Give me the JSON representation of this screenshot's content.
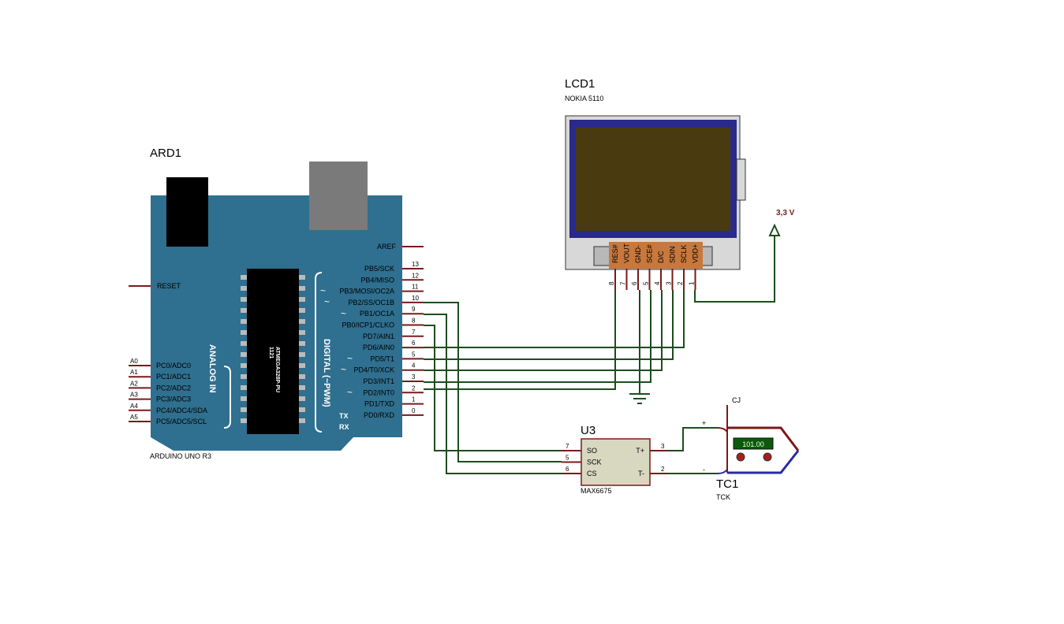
{
  "ard": {
    "ref": "ARD1",
    "part": "ARDUINO UNO R3",
    "chip_label": "ATMEGA328P-PU",
    "chip_code": "1121",
    "analog_title": "ANALOG IN",
    "digital_title": "DIGITAL (~PWM)",
    "aref": "AREF",
    "reset": "RESET",
    "tx": "TX",
    "rx": "RX",
    "tilde": "~",
    "right_pins": [
      {
        "label": "PB5/SCK",
        "num": "13"
      },
      {
        "label": "PB4/MISO",
        "num": "12"
      },
      {
        "label": "PB3/MOSI/OC2A",
        "num": "11"
      },
      {
        "label": "PB2/SS/OC1B",
        "num": "10"
      },
      {
        "label": "PB1/OC1A",
        "num": "9"
      },
      {
        "label": "PB0/ICP1/CLKO",
        "num": "8"
      },
      {
        "label": "PD7/AIN1",
        "num": "7"
      },
      {
        "label": "PD6/AIN0",
        "num": "6"
      },
      {
        "label": "PD5/T1",
        "num": "5"
      },
      {
        "label": "PD4/T0/XCK",
        "num": "4"
      },
      {
        "label": "PD3/INT1",
        "num": "3"
      },
      {
        "label": "PD2/INT0",
        "num": "2"
      },
      {
        "label": "PD1/TXD",
        "num": "1"
      },
      {
        "label": "PD0/RXD",
        "num": "0"
      }
    ],
    "left_pins": [
      {
        "label": "PC0/ADC0",
        "num": "A0"
      },
      {
        "label": "PC1/ADC1",
        "num": "A1"
      },
      {
        "label": "PC2/ADC2",
        "num": "A2"
      },
      {
        "label": "PC3/ADC3",
        "num": "A3"
      },
      {
        "label": "PC4/ADC4/SDA",
        "num": "A4"
      },
      {
        "label": "PC5/ADC5/SCL",
        "num": "A5"
      }
    ]
  },
  "lcd": {
    "ref": "LCD1",
    "part": "NOKIA 5110",
    "pins": [
      {
        "label": "RES#",
        "num": "8"
      },
      {
        "label": "VOUT",
        "num": "7"
      },
      {
        "label": "GND-",
        "num": "6"
      },
      {
        "label": "SCE#",
        "num": "5"
      },
      {
        "label": "D/C",
        "num": "4"
      },
      {
        "label": "SDIN",
        "num": "3"
      },
      {
        "label": "SCLK",
        "num": "2"
      },
      {
        "label": "VDD+",
        "num": "1"
      }
    ]
  },
  "power": {
    "label": "3,3 V"
  },
  "u3": {
    "ref": "U3",
    "part": "MAX6675",
    "left_pins": [
      {
        "label": "SO",
        "num": "7"
      },
      {
        "label": "SCK",
        "num": "5"
      },
      {
        "label": "CS",
        "num": "6"
      }
    ],
    "right_pins": [
      {
        "label": "T+",
        "num": "3"
      },
      {
        "label": "T-",
        "num": "2"
      }
    ]
  },
  "tc": {
    "ref": "TC1",
    "part": "TCK",
    "cj": "CJ",
    "plus": "+",
    "minus": "-",
    "display": "101.00"
  },
  "colors": {
    "board": "#2f6f8f",
    "wire": "#1e4d1e",
    "pin": "#7a1a1a",
    "lcd_screen": "#4a3a10",
    "lcd_frame": "#2a2a8a",
    "lcd_pins": "#c8783c"
  }
}
